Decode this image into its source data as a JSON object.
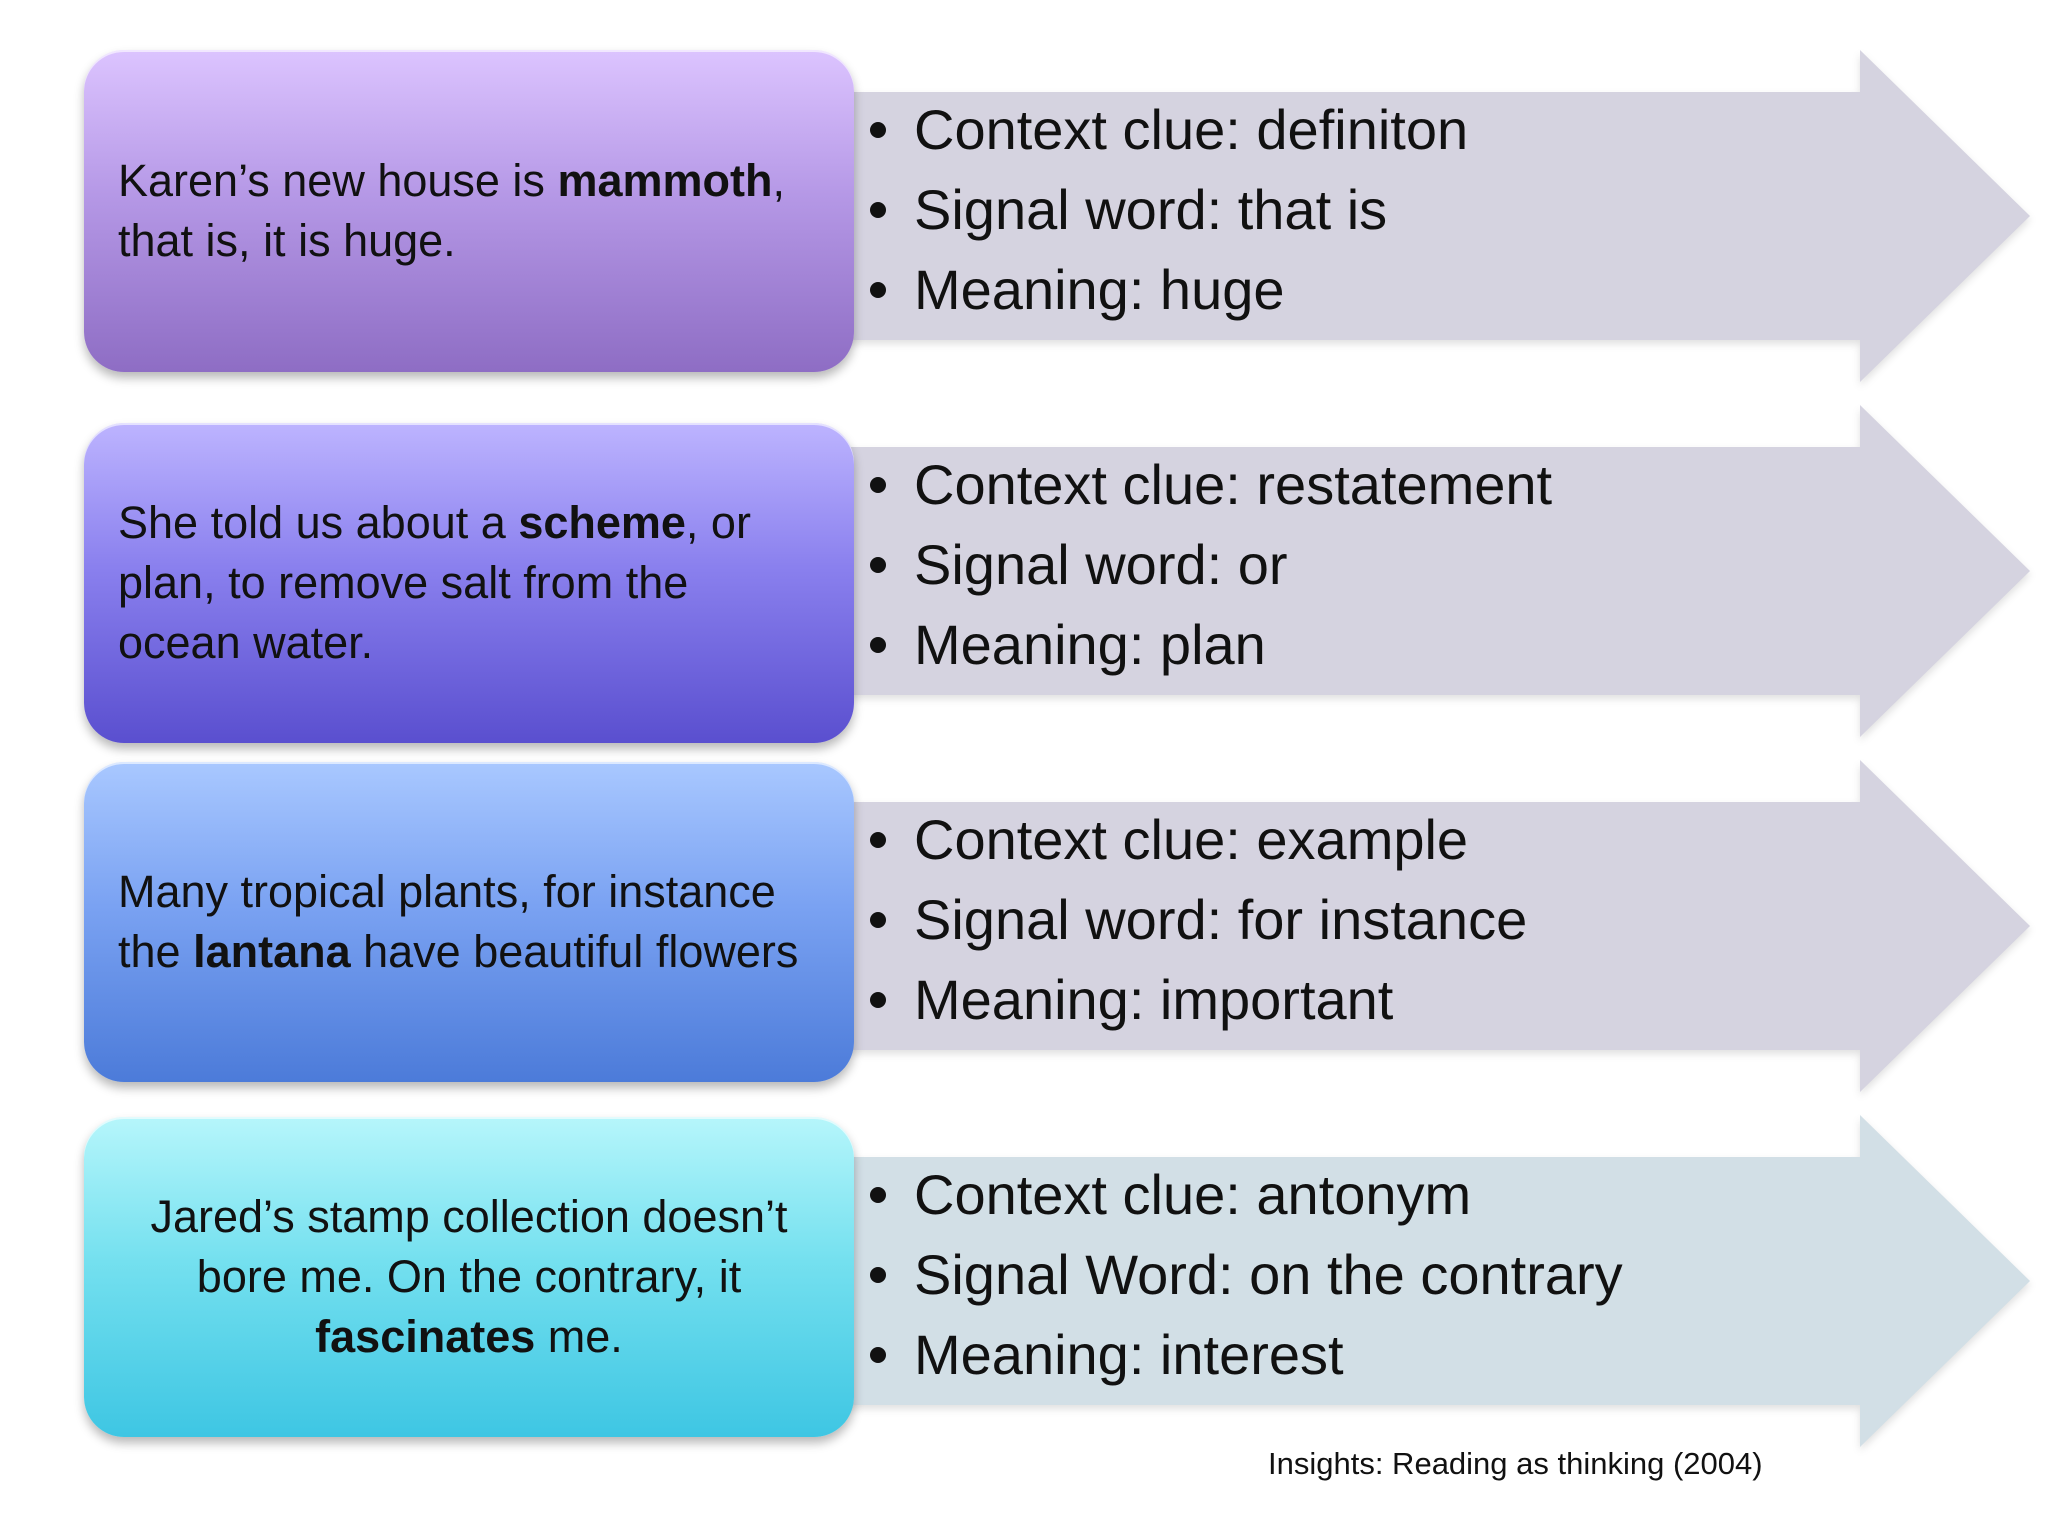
{
  "colors": {
    "arrow_fill": "#d5d3e0",
    "arrow_fill_last": "#d2dfe6",
    "text": "#111111"
  },
  "rows": [
    {
      "sentence": {
        "before": "Karen’s new house is ",
        "bold": "mammoth",
        "after": ", that is, it is huge."
      },
      "bullets": [
        "Context clue: definiton",
        "Signal word: that is",
        "Meaning: huge"
      ]
    },
    {
      "sentence": {
        "before": "She told us about a ",
        "bold": "scheme",
        "after": ", or plan, to remove salt from the ocean water."
      },
      "bullets": [
        "Context clue: restatement",
        "Signal word: or",
        "Meaning: plan"
      ]
    },
    {
      "sentence": {
        "before": " Many tropical plants, for instance the ",
        "bold": "lantana",
        "after": " have beautiful flowers"
      },
      "bullets": [
        "Context clue: example",
        "Signal word: for instance",
        "Meaning: important"
      ]
    },
    {
      "sentence": {
        "before": "Jared’s stamp collection doesn’t bore me. On the contrary, it ",
        "bold": "fascinates",
        "after": " me."
      },
      "bullets": [
        "Context clue: antonym",
        "Signal Word: on the contrary",
        "Meaning: interest"
      ]
    }
  ],
  "citation": "Insights: Reading as thinking (2004)"
}
